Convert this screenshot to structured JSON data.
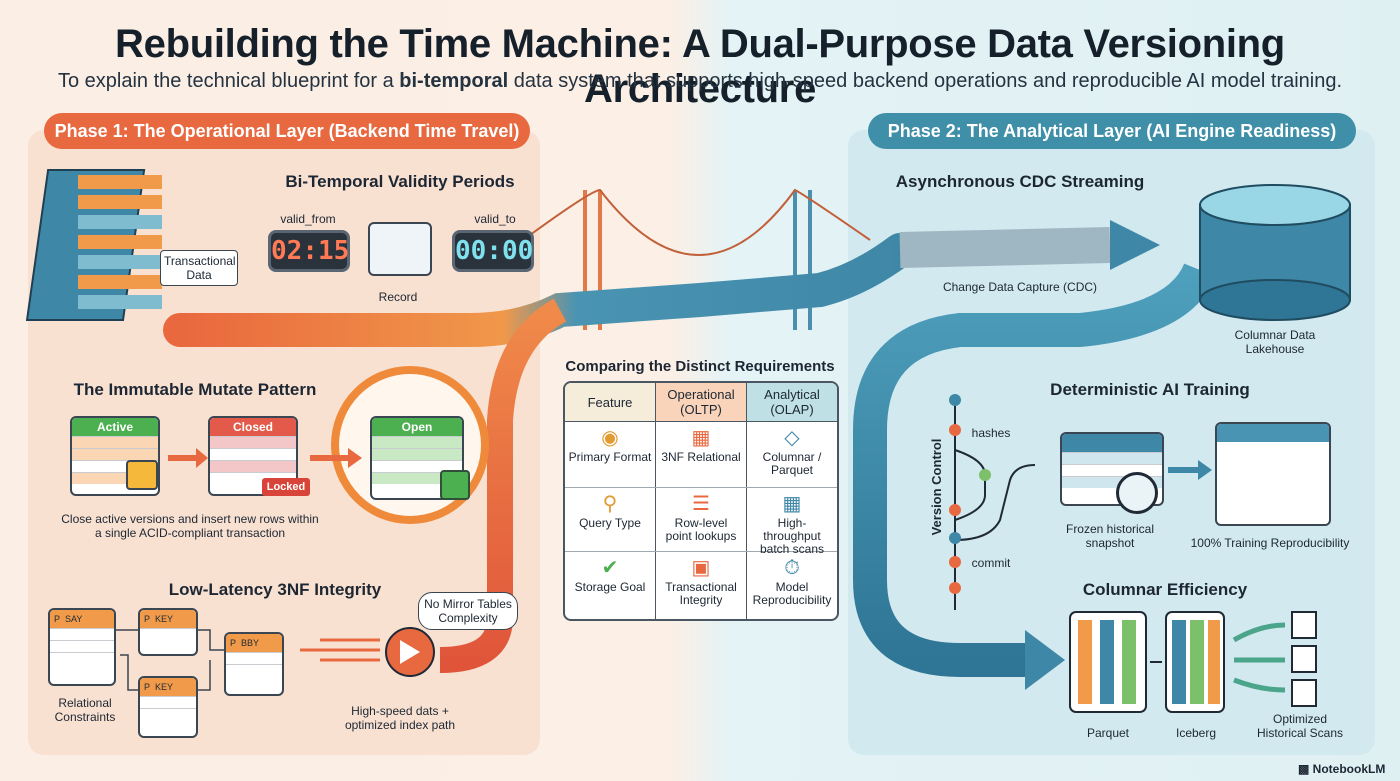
{
  "header": {
    "title": "Rebuilding the Time Machine: A Dual-Purpose Data Versioning Architecture",
    "subtitle_pre": "To explain the technical blueprint for a ",
    "subtitle_bold": "bi-temporal",
    "subtitle_post": " data system that supports high-speed backend operations and reproducible AI model training."
  },
  "phase1": {
    "label": "Phase 1: The Operational Layer (Backend Time Travel)",
    "bitemporal": {
      "title": "Bi-Temporal Validity Periods",
      "valid_from_label": "valid_from",
      "valid_from_clock": "02:15",
      "record_label": "Record",
      "valid_to_label": "valid_to",
      "valid_to_clock": "00:00",
      "transactional_data_label": "Transactional Data"
    },
    "mutate": {
      "title": "The Immutable Mutate Pattern",
      "active_label": "Active",
      "closed_label": "Closed",
      "locked_label": "Locked",
      "open_label": "Open",
      "caption": "Close active versions and insert new rows within a single ACID-compliant transaction"
    },
    "integrity": {
      "title": "Low-Latency 3NF Integrity",
      "t1_key": "SAY",
      "t2_key": "KEY",
      "t3_key": "BBY",
      "t4_key": "KEY",
      "pk": "P",
      "relational_label": "Relational Constraints",
      "bubble": "No Mirror Tables Complexity",
      "path_caption": "High-speed dats + optimized index path"
    }
  },
  "comparison": {
    "title": "Comparing the Distinct Requirements",
    "headers": [
      "Feature",
      "Operational (OLTP)",
      "Analytical (OLAP)"
    ],
    "rows": [
      {
        "feature": "Primary Format",
        "oltp": "3NF Relational",
        "olap": "Columnar / Parquet",
        "icons": [
          "database-icon",
          "grid-icon",
          "layers-icon"
        ]
      },
      {
        "feature": "Query Type",
        "oltp": "Row-level point lookups",
        "olap": "High-throughput batch scans",
        "icons": [
          "magnifier-icon",
          "row-list-icon",
          "batch-icon"
        ]
      },
      {
        "feature": "Storage Goal",
        "oltp": "Transactional Integrity",
        "olap": "Model Reproducibility",
        "icons": [
          "shield-check-icon",
          "lock-icon",
          "stopwatch-icon"
        ]
      }
    ]
  },
  "phase2": {
    "label": "Phase 2: The Analytical Layer (AI Engine Readiness)",
    "cdc": {
      "title": "Asynchronous CDC Streaming",
      "caption": "Change Data Capture (CDC)",
      "lakehouse_label": "Columnar Data Lakehouse"
    },
    "training": {
      "title": "Deterministic AI Training",
      "version_control": "Version Control",
      "hashes": "hashes",
      "commit": "commit",
      "snapshot_label": "Frozen historical snapshot",
      "repro_label": "100% Training Reproducibility"
    },
    "efficiency": {
      "title": "Columnar Efficiency",
      "parquet": "Parquet",
      "iceberg": "Iceberg",
      "scans": "Optimized Historical Scans"
    }
  },
  "footer": {
    "brand": "NotebookLM"
  },
  "colors": {
    "orange": "#e8683f",
    "teal": "#3f8fa8",
    "dark": "#15202b"
  }
}
